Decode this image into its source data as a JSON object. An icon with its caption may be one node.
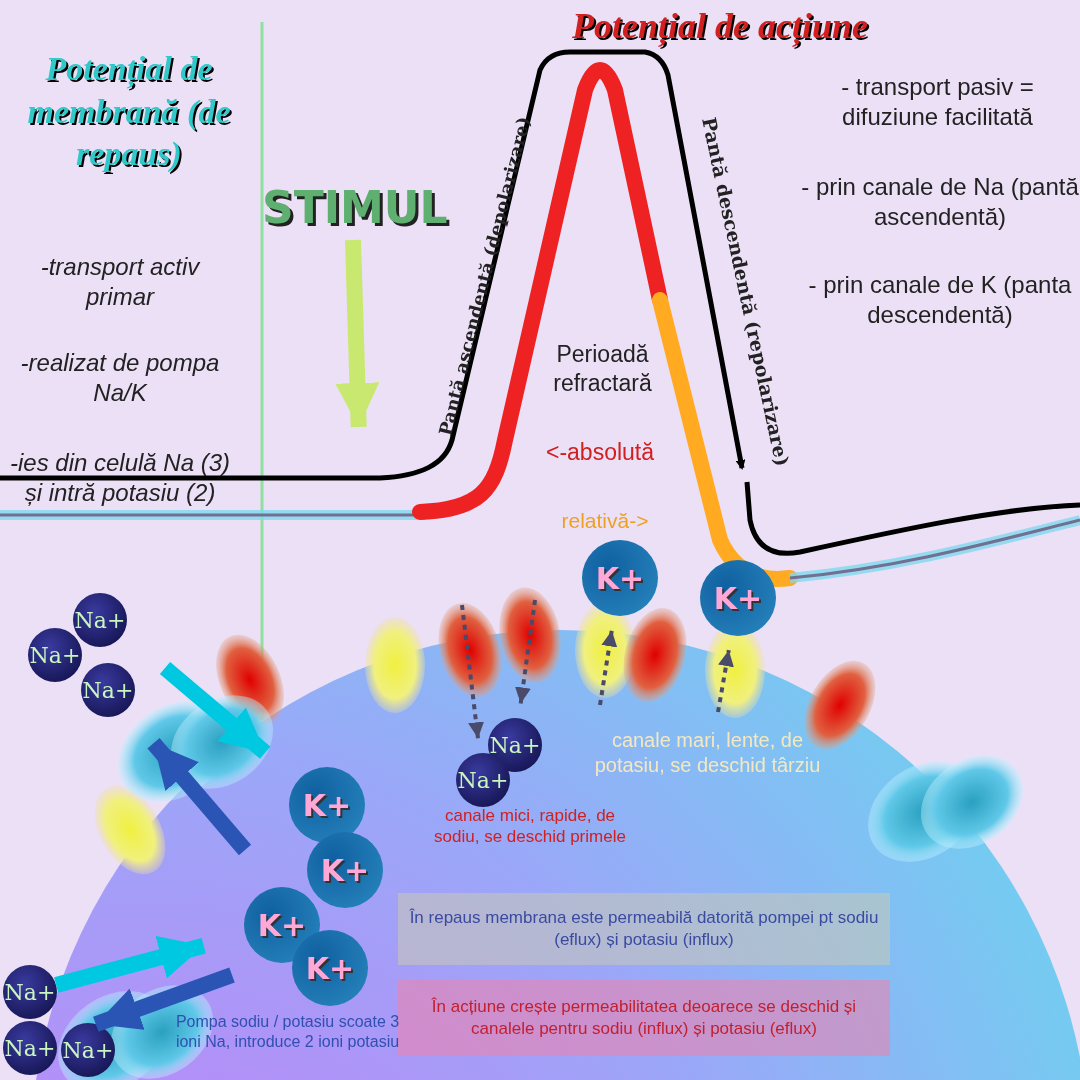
{
  "diagram": {
    "title": "Potențial de acțiune",
    "nodes": [
      {
        "text": [
          "STIMUL"
        ]
      },
      {
        "text": [
          "Na+"
        ]
      },
      {
        "text": [
          "Na+"
        ]
      },
      {
        "text": [
          "Na+"
        ]
      },
      {
        "text": [
          "K+"
        ]
      },
      {
        "text": [
          "K+"
        ]
      },
      {
        "text": [
          "K+"
        ]
      },
      {
        "text": [
          "K+"
        ]
      },
      {
        "text": [
          "Na+"
        ]
      },
      {
        "text": [
          "Na+"
        ]
      },
      {
        "text": [
          "Na+"
        ]
      },
      {
        "text": [
          "Na+"
        ]
      },
      {
        "text": [
          "Na+"
        ]
      },
      {
        "text": [
          "K+"
        ]
      },
      {
        "text": [
          "K+"
        ]
      },
      {
        "text": [
          "În repaus membrana este permeabilă datorită pompei pt sodiu (eflux) și potasiu (influx)"
        ]
      },
      {
        "text": [
          "În acțiune crește permeabilitatea deoarece se deschid și canalele pentru sodiu (influx) și potasiu (eflux)"
        ]
      }
    ],
    "edges": [
      {
        "from": 0,
        "to": null,
        "arrow": "to",
        "color": "#c8e870"
      },
      {
        "from": null,
        "to": 4,
        "arrow": "to",
        "color": "#00c8e0"
      },
      {
        "from": null,
        "to": 3,
        "arrow": "to",
        "color": "#2a55b5"
      },
      {
        "from": 8,
        "to": 6,
        "arrow": "to",
        "color": "#00c8e0"
      },
      {
        "from": null,
        "to": 9,
        "arrow": "to",
        "color": "#2a55b5"
      },
      {
        "from": null,
        "to": 12,
        "arrow": "to",
        "style": "dashed",
        "color": "#4a4a6a"
      },
      {
        "from": null,
        "to": 11,
        "arrow": "to",
        "style": "dashed",
        "color": "#4a4a6a"
      },
      {
        "from": null,
        "to": 13,
        "arrow": "to",
        "style": "dashed",
        "color": "#4a4a6a"
      },
      {
        "from": null,
        "to": 14,
        "arrow": "to",
        "style": "dashed",
        "color": "#4a4a6a"
      }
    ],
    "labels": [
      "Potențial de membrană (de repaus)",
      "-transport activ primar",
      "-realizat de pompa Na/K",
      "-ies din celulă Na (3) și intră potasiu (2)",
      "Pantă ascendentă (depolarizare)",
      "Pantă descendentă (repolarizare)",
      "- transport pasiv = difuziune facilitată",
      "- prin canale de Na (pantă ascendentă)",
      "- prin canale de K (panta descendentă)",
      "Perioadă refractară",
      "<-absolută",
      "relativă->",
      "canale mari, lente, de potasiu, se deschid târziu",
      "canale mici, rapide, de sodiu, se deschid primele",
      "Pompa sodiu / potasiu scoate 3 ioni Na, introduce 2 ioni potasiu"
    ]
  }
}
